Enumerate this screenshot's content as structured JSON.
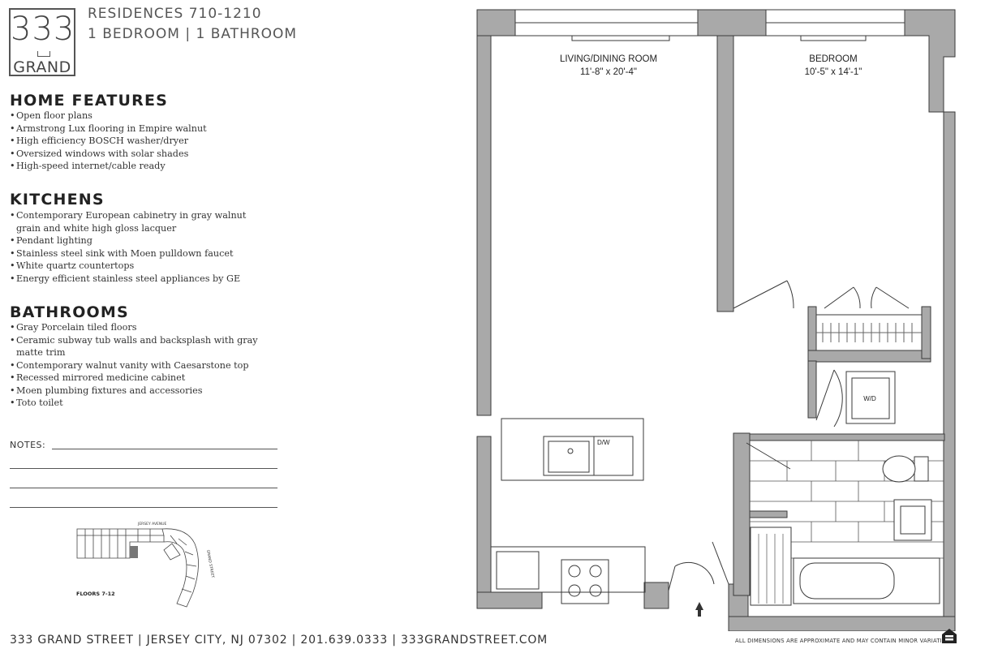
{
  "header": {
    "logo_number": "333",
    "logo_word": "GRAND",
    "residences": "RESIDENCES 710-1210",
    "unit_type": "1 BEDROOM | 1 BATHROOM"
  },
  "sections": [
    {
      "title": "HOME FEATURES",
      "items": [
        "Open floor plans",
        "Armstrong Lux flooring in Empire walnut",
        "High efficiency BOSCH washer/dryer",
        "Oversized windows with solar shades",
        "High-speed internet/cable ready"
      ]
    },
    {
      "title": "KITCHENS",
      "items": [
        "Contemporary European cabinetry in gray walnut grain and white high gloss lacquer",
        "Pendant lighting",
        "Stainless steel sink with Moen pulldown faucet",
        "White quartz countertops",
        "Energy efficient stainless steel appliances by GE"
      ]
    },
    {
      "title": "BATHROOMS",
      "items": [
        "Gray Porcelain tiled floors",
        "Ceramic subway tub walls and backsplash with gray matte trim",
        "Contemporary walnut vanity with Caesarstone top",
        "Recessed mirrored medicine cabinet",
        "Moen plumbing fixtures and accessories",
        "Toto toilet"
      ]
    }
  ],
  "notes_label": "NOTES:",
  "keyplan": {
    "street_top": "JERSEY AVENUE",
    "street_side": "GRAND STREET",
    "floors": "FLOORS 7-12"
  },
  "floorplan": {
    "living_name": "LIVING/DINING ROOM",
    "living_dims": "11'-8\" x 20'-4\"",
    "bedroom_name": "BEDROOM",
    "bedroom_dims": "10'-5\" x 14'-1\"",
    "dw_label": "D/W",
    "wd_label": "W/D"
  },
  "footer": "333 GRAND STREET  |  JERSEY CITY, NJ 07302  |  201.639.0333  |  333GRANDSTREET.COM",
  "disclaimer": "ALL DIMENSIONS ARE APPROXIMATE AND MAY CONTAIN MINOR VARIATIONS.",
  "colors": {
    "wall": "#a9a9a9",
    "line": "#3a3a3a"
  },
  "icons": [
    "equal-housing-icon",
    "entry-arrow-icon"
  ]
}
